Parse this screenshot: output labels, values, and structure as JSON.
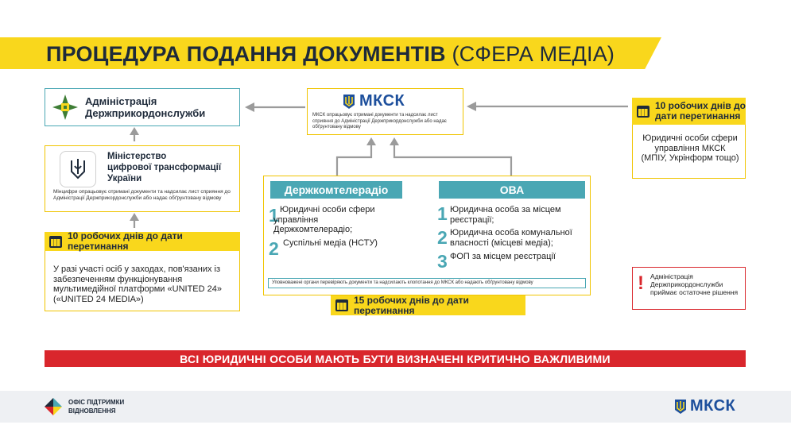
{
  "title": {
    "bold": "ПРОЦЕДУРА ПОДАННЯ ДОКУМЕНТІВ",
    "light": "(СФЕРА МЕДІА)"
  },
  "mksk_center": {
    "logo_text": "МКСК",
    "desc": "МКСК опрацьовує отримані документи та надсилає лист сприяння до Адміністрації Держприкордонслужби або надає обґрунтовану відмову"
  },
  "dpsu": {
    "name_line1": "Адміністрація",
    "name_line2": "Держприкордонслужби"
  },
  "ministry": {
    "name_line1": "Міністерство",
    "name_line2": "цифрової трансформації",
    "name_line3": "України",
    "desc": "Мінцифри опрацьовує отримані документи та надсилає лист сприяння до Адміністрації Держприкордонслужби або надає обґрунтовану відмову"
  },
  "left_badge": "10 робочих днів до дати перетинання",
  "left_text": "У разі участі осіб у заходах, пов'язаних із забезпеченням функціонування мультимедійної платформи «UNITED 24» («UNITED 24 MEDIA»)",
  "right_badge": {
    "line1": "10 робочих днів до",
    "line2": "дати перетинання"
  },
  "right_text": "Юридичні особи сфери управління МКСК (МПІУ, Укрінформ тощо)",
  "derzh": {
    "header": "Держкомтелерадіо",
    "items": [
      {
        "num": "1",
        "text": "Юридичні особи сфери управління Держкомтелерадіо;"
      },
      {
        "num": "2",
        "text": "Суспільні медіа (НСТУ)"
      }
    ]
  },
  "ova": {
    "header": "ОВА",
    "items": [
      {
        "num": "1",
        "text": "Юридична особа за місцем реєстрації;"
      },
      {
        "num": "2",
        "text": "Юридична особа комунальної власності (місцеві медіа);"
      },
      {
        "num": "3",
        "text": "ФОП за місцем реєстрації"
      }
    ]
  },
  "authorized_note": "Уповноважені органи перевіряють документи та надсилають клопотання до МКСК або надають обґрунтовану відмову",
  "bottom_badge": "15 робочих днів до дати перетинання",
  "warning": {
    "text": "Адміністрація Держприкордонслужби приймає остаточне рішення"
  },
  "red_banner": "ВСІ ЮРИДИЧНІ ОСОБИ МАЮТЬ БУТИ ВИЗНАЧЕНІ КРИТИЧНО ВАЖЛИВИМИ",
  "footer": {
    "office_line1": "ОФІС ПІДТРИМКИ",
    "office_line2": "ВІДНОВЛЕННЯ",
    "mksk": "МКСК"
  },
  "colors": {
    "yellow": "#f9d71c",
    "teal": "#4aa7b4",
    "red": "#d9262c",
    "navy": "#1e2a3a",
    "blue": "#1d4f9c",
    "green": "#3e7d35"
  }
}
